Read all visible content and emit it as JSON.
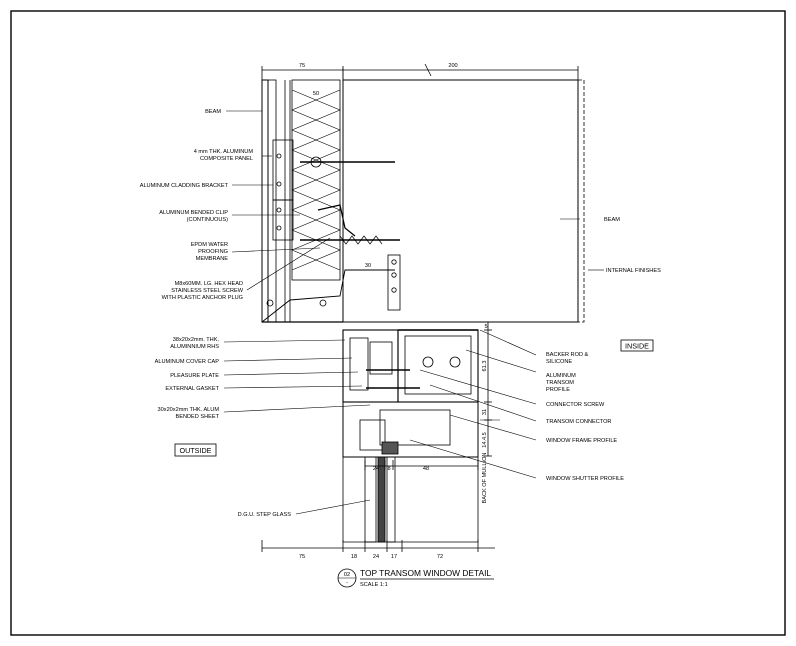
{
  "left_labels": [
    "BEAM",
    "4 mm THK. ALUMINUM",
    "COMPOSITE PANEL",
    "ALUMINUM CLADDING BRACKET",
    "ALUMINUM BENDED CLIP",
    "(CONTINUOUS)",
    "EPDM WATER",
    "PROOFING",
    "MEMBRANE",
    "M8x60MM. LG. HEX HEAD",
    "STAINLESS STEEL SCREW",
    "WITH PLASTIC ANCHOR PLUG",
    "38x20x2mm. THK.",
    "ALUMINNIUM RHS",
    "ALUMINUM COVER CAP",
    "PLEASURE PLATE",
    "EXTERNAL GASKET",
    "30x20x2mm THK. ALUM",
    "BENDED SHEET",
    "D.G.U. STEP GLASS"
  ],
  "right_labels": [
    "BEAM",
    "INTERNAL FINISHES",
    "BACKER ROD &",
    "SILICONE",
    "ALUMINUM",
    "TRANSOM",
    "PROFILE",
    "CONNECTOR SCREW",
    "TRANSOM CONNECTOR",
    "WINDOW FRAME PROFILE",
    "WINDOW SHUTTER PROFILE"
  ],
  "boxes": {
    "inside": "INSIDE",
    "outside": "OUTSIDE"
  },
  "dims_top": [
    "75",
    "200"
  ],
  "dims_inner": [
    "50",
    "30"
  ],
  "dims_bottom": [
    "75",
    "18",
    "24",
    "17",
    "72"
  ],
  "dims_frame": [
    "24",
    "8",
    "48"
  ],
  "dims_side": [
    "5",
    "61.3",
    "31",
    "14.4.5"
  ],
  "side_note": "BACK OF MULLION",
  "title": {
    "number": "02",
    "sheet": "-",
    "text": "TOP TRANSOM WINDOW DETAIL",
    "scale": "SCALE 1:1"
  }
}
